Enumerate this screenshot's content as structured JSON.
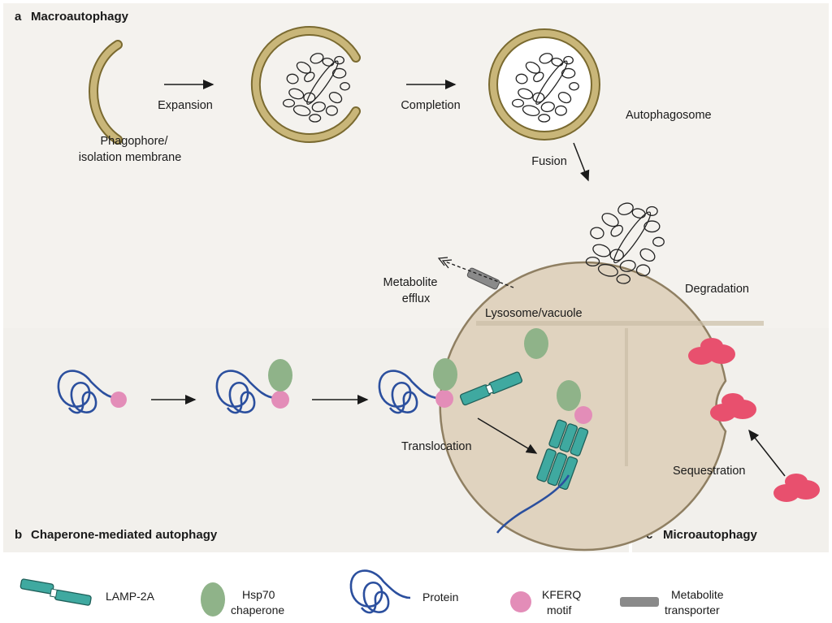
{
  "panels": {
    "a": {
      "letter": "a",
      "title": "Macroautophagy"
    },
    "b": {
      "letter": "b",
      "title": "Chaperone-mediated autophagy"
    },
    "c": {
      "letter": "c",
      "title": "Microautophagy"
    }
  },
  "labels": {
    "expansion": "Expansion",
    "completion": "Completion",
    "phagophore_line1": "Phagophore/",
    "phagophore_line2": "isolation membrane",
    "autophagosome": "Autophagosome",
    "fusion": "Fusion",
    "metabolite_line1": "Metabolite",
    "metabolite_line2": "efflux",
    "lysosome": "Lysosome/vacuole",
    "degradation": "Degradation",
    "translocation": "Translocation",
    "sequestration": "Sequestration"
  },
  "legend": {
    "lamp2a": "LAMP-2A",
    "hsp70_line1": "Hsp70",
    "hsp70_line2": "chaperone",
    "protein": "Protein",
    "kferq_line1": "KFERQ",
    "kferq_line2": "motif",
    "transporter_line1": "Metabolite",
    "transporter_line2": "transporter"
  },
  "colors": {
    "membrane": "#c9b679",
    "membrane_stroke": "#7a6a30",
    "lysosome": "#e0d3bf",
    "chaperone": "#8fb389",
    "kferq": "#e38db8",
    "protein": "#2b4f9e",
    "lamp": "#3fa9a0",
    "micro_cargo": "#e8506e",
    "transporter": "#8a8a8a"
  }
}
